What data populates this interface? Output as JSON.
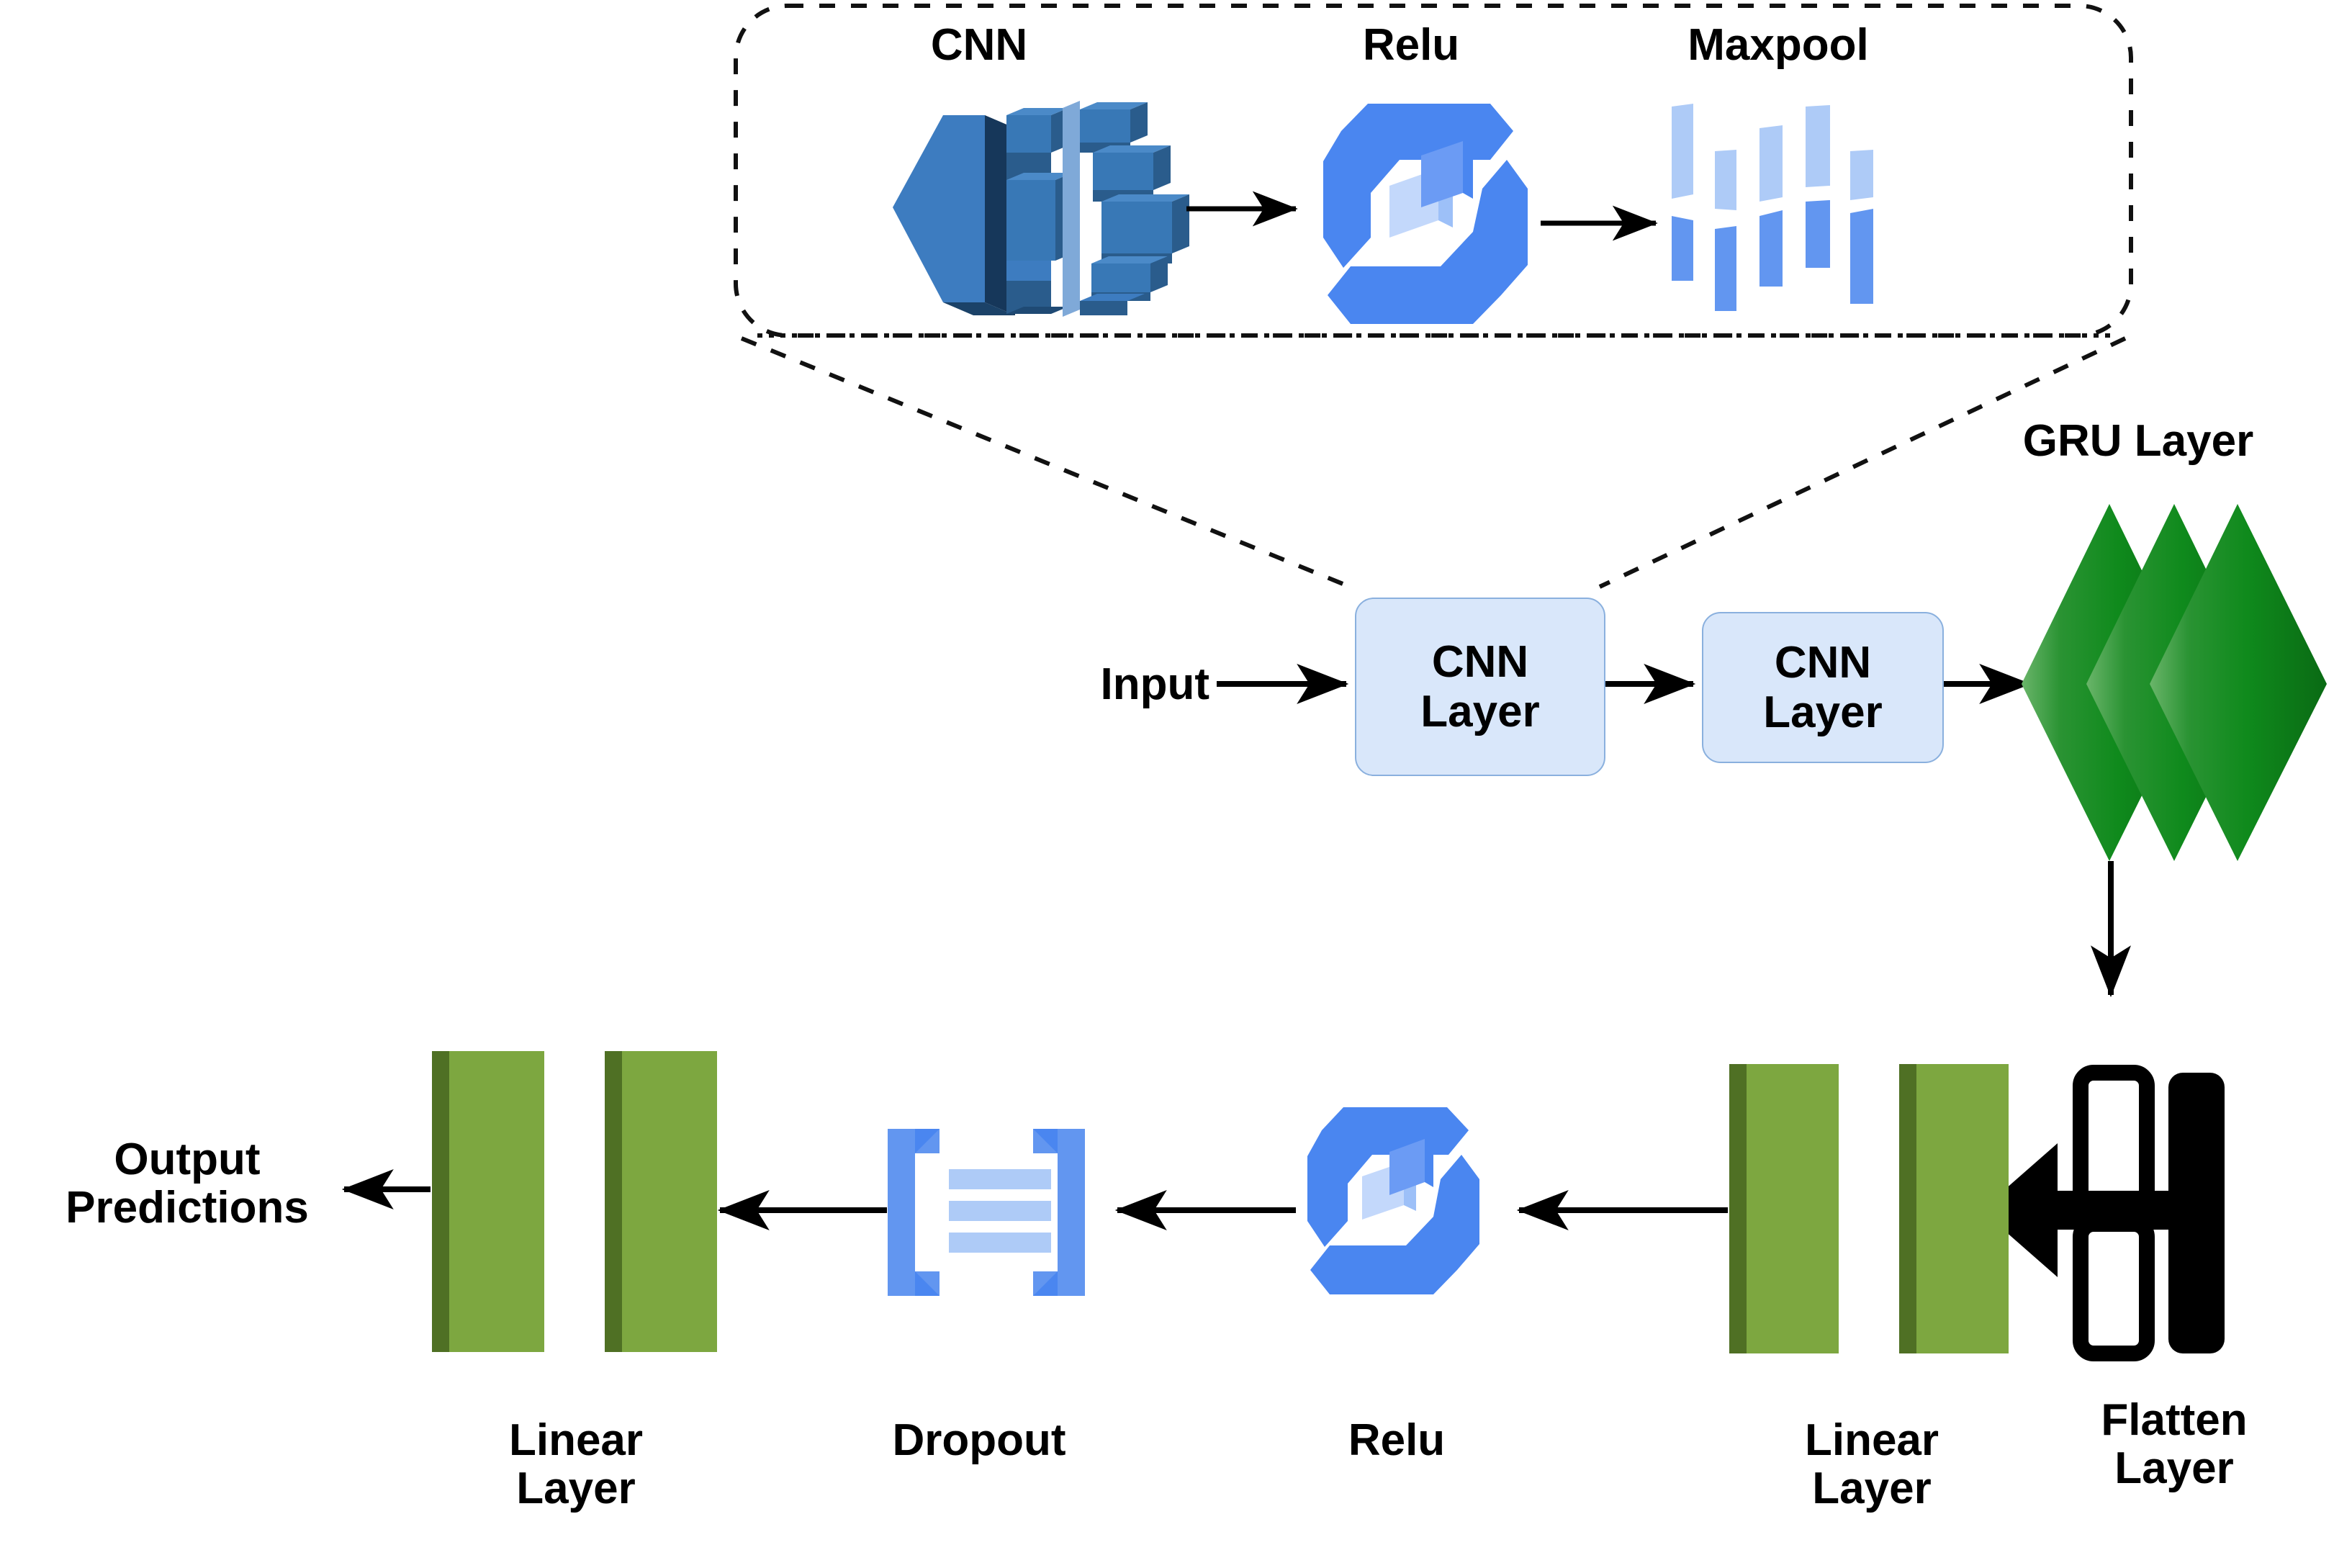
{
  "diagram": {
    "title_present": false,
    "background": "#ffffff"
  },
  "callout": {
    "name": "cnn-layer-detail-callout",
    "border_style": "dashed",
    "items": [
      {
        "label": "CNN",
        "icon": "cnn-3d-blocks-icon"
      },
      {
        "label": "Relu",
        "icon": "relu-hexagon-icon"
      },
      {
        "label": "Maxpool",
        "icon": "maxpool-bars-icon"
      }
    ]
  },
  "flow_top": {
    "input_label": "Input",
    "cnn_layer_1": "CNN\nLayer",
    "cnn_layer_2": "CNN\nLayer",
    "gru_label": "GRU Layer",
    "gru_icon": "gru-diamonds-icon"
  },
  "flow_bottom": {
    "output_label": "Output\nPredictions",
    "stages": [
      {
        "label": "Linear\nLayer",
        "icon": "linear-layer-bars-icon"
      },
      {
        "label": "Dropout",
        "icon": "dropout-brackets-icon"
      },
      {
        "label": "Relu",
        "icon": "relu-hexagon-icon"
      },
      {
        "label": "Linear\nLayer",
        "icon": "linear-layer-bars-icon"
      },
      {
        "label": "Flatten\nLayer",
        "icon": "flatten-align-icon"
      }
    ]
  },
  "colors": {
    "box_fill": "#d9e7fa",
    "box_border": "#8ab0de",
    "cnn_blue_light": "#3d7cc0",
    "cnn_blue_mid": "#2f6ba8",
    "cnn_blue_dark": "#1b4268",
    "relu_blue": "#4a86f0",
    "relu_blue_pale": "#c3d8fb",
    "maxpool_light": "#aecbf7",
    "maxpool_mid": "#6296f0",
    "gru_green_dark": "#127f1f",
    "gru_green_light": "#7fc47f",
    "linear_green": "#7da740",
    "linear_green_dark": "#4f7024",
    "arrow_black": "#000000"
  }
}
